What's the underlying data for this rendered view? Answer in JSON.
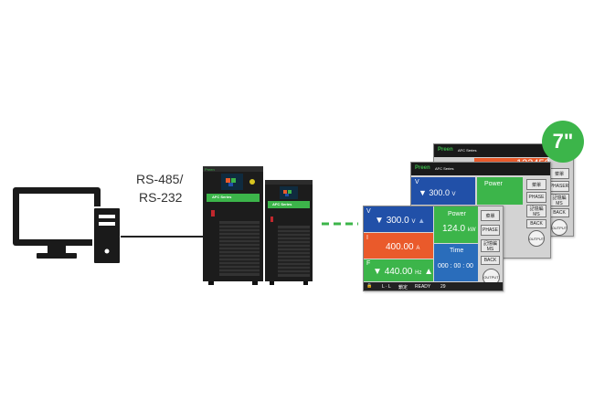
{
  "connection": {
    "line1": "RS-485/",
    "line2": "RS-232"
  },
  "device": {
    "series_label": "AFC Series",
    "series_label_small": "AFC Series",
    "brand": "Preen"
  },
  "display": {
    "size_badge": "7\"",
    "front": {
      "voltage": "300.0",
      "voltage_unit": "V",
      "current": "400.00",
      "current_unit": "A",
      "frequency": "440.00",
      "frequency_unit": "Hz",
      "power_label": "Power",
      "power_value": "124.0",
      "power_unit": "kW",
      "time_label": "Time",
      "time_value": "000 : 00 : 00",
      "btn_phase": "PHASE",
      "btn_memory": "記憶編",
      "btn_memory_sub": "MS",
      "btn_back": "BACK",
      "btn_output": "OUTPUT",
      "btn_extra": "菜單",
      "status_ready": "READY",
      "status_num": "29",
      "status_mode": "L · L",
      "status_lock": "鎖定",
      "label_v": "V",
      "label_i": "I",
      "label_f": "F"
    },
    "middle": {
      "voltage": "300.0",
      "voltage_unit": "V",
      "power_label": "Power",
      "label_v": "V",
      "btn_phase": "PHASE",
      "btn_memory": "記憶編",
      "btn_memory_sub": "MS",
      "btn_back": "BACK",
      "btn_output": "OUTPUT",
      "btn_extra": "菜單",
      "brand": "Preen",
      "title": "AFC Series"
    },
    "back": {
      "brand": "Preen",
      "title": "AFC Series",
      "big_number": "123456",
      "btn_extra": "菜單",
      "btn_phase": "PHASER",
      "btn_memory": "記憶編",
      "btn_memory_sub": "MS",
      "btn_back": "BACK",
      "btn_output": "OUTPUT"
    }
  },
  "colors": {
    "blue": "#2150a8",
    "orange": "#ea5a2b",
    "green": "#3cb54a",
    "badge_green": "#3cb54a",
    "dashed_line": "#3cb54a",
    "cable": "#222222"
  }
}
